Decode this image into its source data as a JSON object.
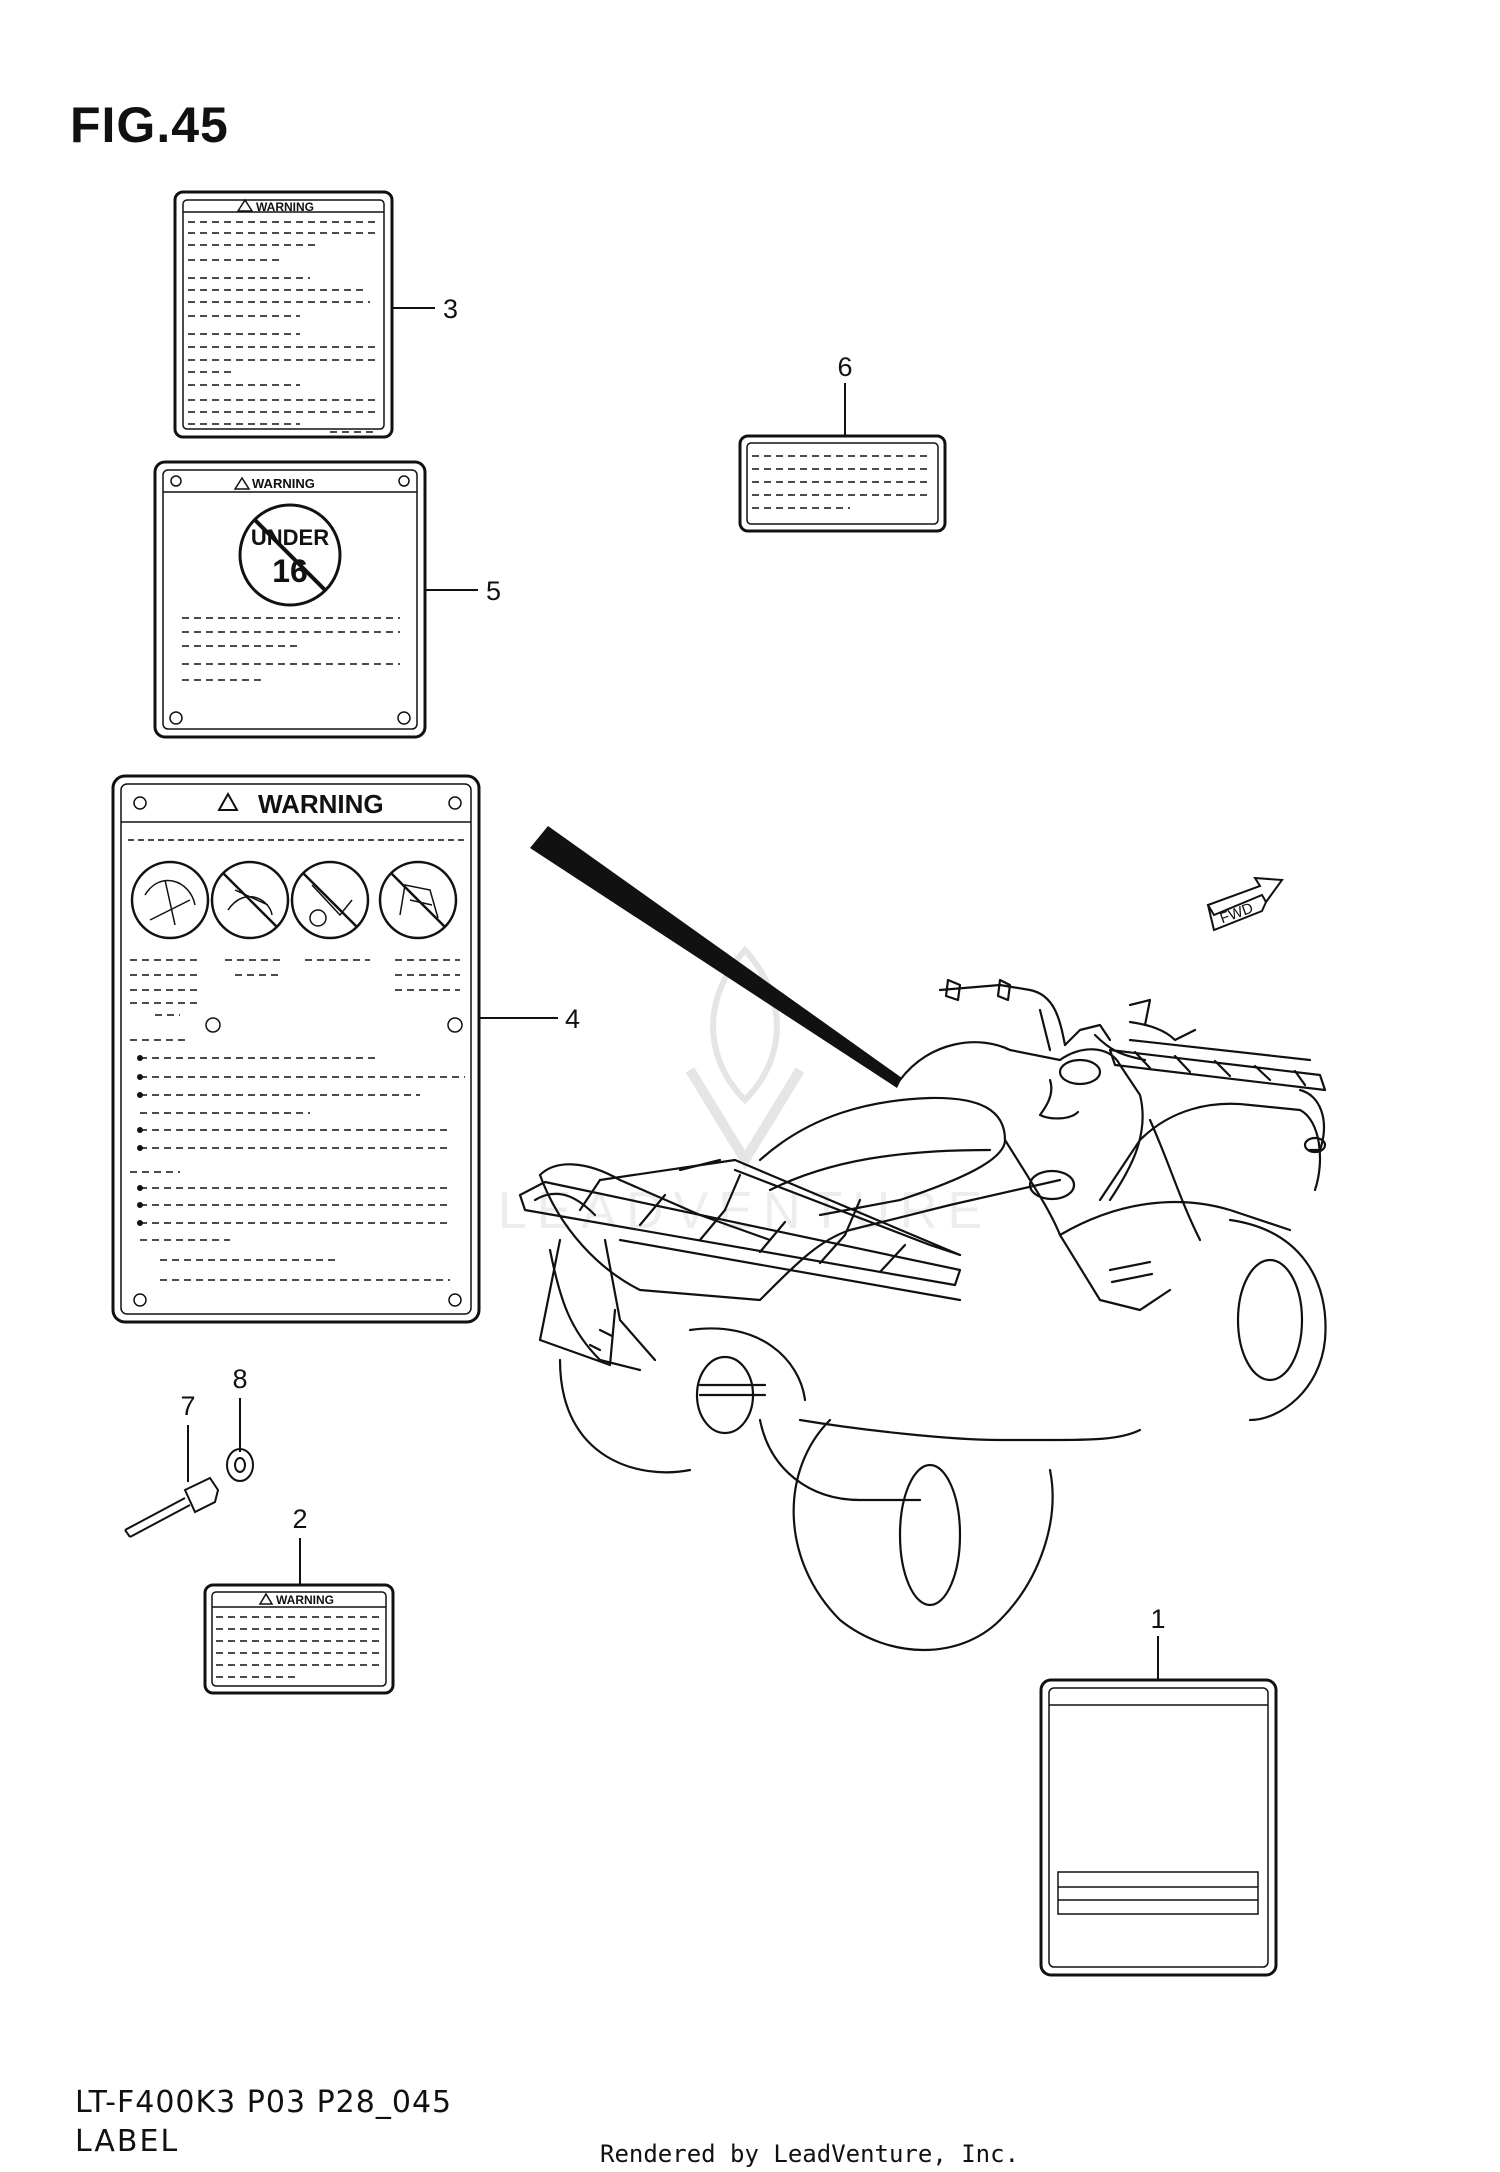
{
  "figure": {
    "title": "FIG.45",
    "code": "LT-F400K3 P03 P28_045",
    "name": "LABEL",
    "credit": "Rendered by LeadVenture, Inc.",
    "watermark": "LEADVENTURE"
  },
  "labels": {
    "warning": "WARNING",
    "under": "UNDER",
    "age": "16",
    "fwd": "FWD"
  },
  "callouts": [
    {
      "id": "1",
      "text": "1"
    },
    {
      "id": "2",
      "text": "2"
    },
    {
      "id": "3",
      "text": "3"
    },
    {
      "id": "4",
      "text": "4"
    },
    {
      "id": "5",
      "text": "5"
    },
    {
      "id": "6",
      "text": "6"
    },
    {
      "id": "7",
      "text": "7"
    },
    {
      "id": "8",
      "text": "8"
    }
  ],
  "colors": {
    "ink": "#111111",
    "watermark": "#cccccc"
  }
}
